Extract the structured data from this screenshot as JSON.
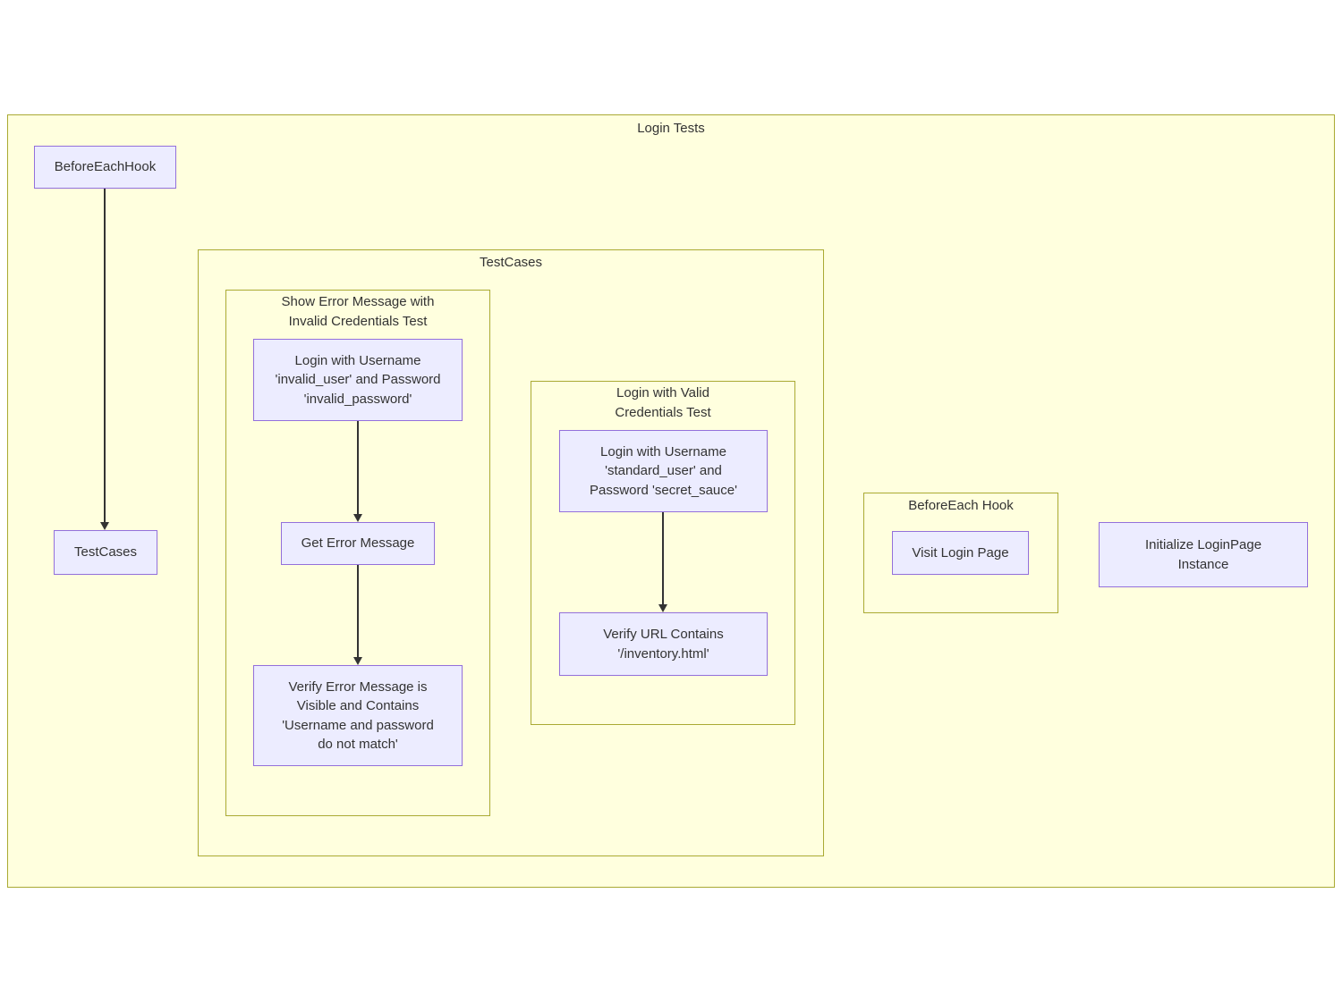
{
  "diagram": {
    "type": "flowchart",
    "direction": "top-down",
    "tool_style": "mermaid"
  },
  "subgraphs": {
    "loginTests": {
      "label": "Login Tests"
    },
    "testCases": {
      "label": "TestCases"
    },
    "invalidTest": {
      "label": "Show Error Message with\nInvalid Credentials Test"
    },
    "validTest": {
      "label": "Login with Valid\nCredentials Test"
    },
    "beforeEach": {
      "label": "BeforeEach Hook"
    }
  },
  "nodes": {
    "beforeEachHook": {
      "label": "BeforeEachHook"
    },
    "testCasesNode": {
      "label": "TestCases"
    },
    "loginInvalid": {
      "label": "Login with Username\n'invalid_user' and Password\n'invalid_password'"
    },
    "getError": {
      "label": "Get Error Message"
    },
    "verifyError": {
      "label": "Verify Error Message is\nVisible and Contains\n'Username and password\ndo not match'"
    },
    "loginValid": {
      "label": "Login with Username\n'standard_user' and\nPassword 'secret_sauce'"
    },
    "verifyUrl": {
      "label": "Verify URL Contains\n'/inventory.html'"
    },
    "visitLogin": {
      "label": "Visit Login Page"
    },
    "initLoginPage": {
      "label": "Initialize LoginPage\nInstance"
    }
  },
  "edges": [
    {
      "from": "BeforeEachHook",
      "to": "TestCases"
    },
    {
      "from": "Login with Username 'invalid_user' and Password 'invalid_password'",
      "to": "Get Error Message"
    },
    {
      "from": "Get Error Message",
      "to": "Verify Error Message is Visible and Contains 'Username and password do not match'"
    },
    {
      "from": "Login with Username 'standard_user' and Password 'secret_sauce'",
      "to": "Verify URL Contains '/inventory.html'"
    }
  ],
  "colors": {
    "canvas": "#ffffff",
    "clusterFill": "#ffffde",
    "clusterBorder": "#aaaa33",
    "nodeFill": "#ececff",
    "nodeBorder": "#9370db",
    "text": "#333333",
    "edge": "#333333"
  }
}
